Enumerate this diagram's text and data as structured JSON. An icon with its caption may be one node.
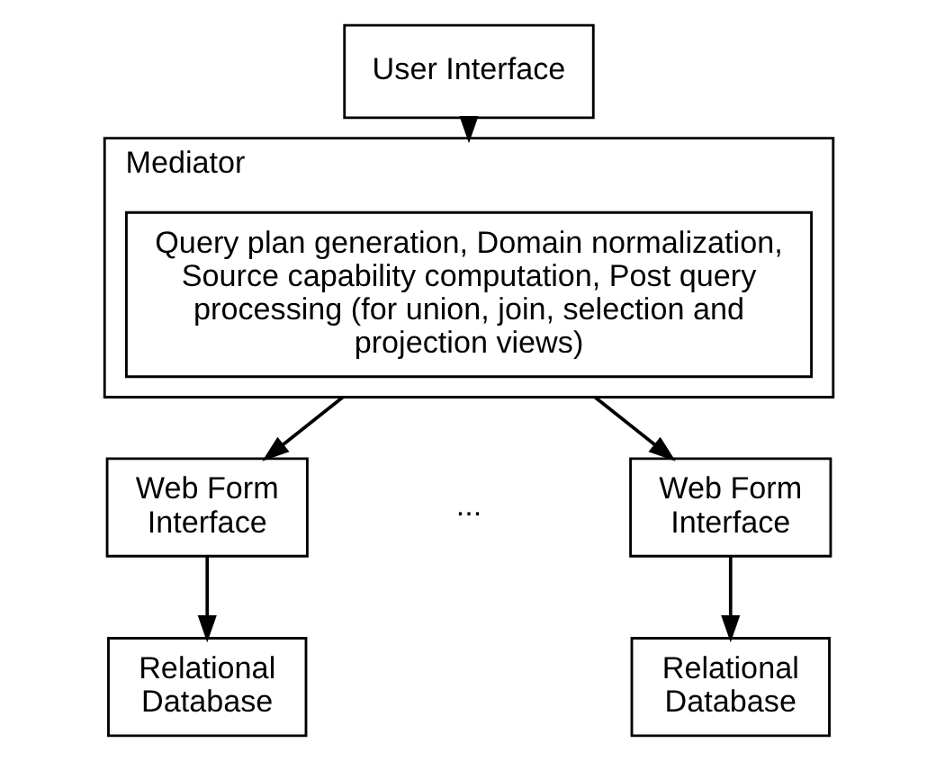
{
  "diagram": {
    "nodes": [
      {
        "text": [
          "User Interface"
        ]
      },
      {
        "text": [
          "Mediator"
        ]
      },
      {
        "text": [
          "Query plan generation, Domain normalization, Source capability computation, Post query processing (for union, join, selection and projection views)"
        ],
        "in": 1
      },
      {
        "text": [
          "Web Form Interface"
        ]
      },
      {
        "text": [
          "Web Form Interface"
        ]
      },
      {
        "text": [
          "Relational Database"
        ]
      },
      {
        "text": [
          "Relational Database"
        ]
      }
    ],
    "edges": [
      {
        "from": 0,
        "to": 1,
        "arrow": "to"
      },
      {
        "from": 1,
        "to": 3,
        "arrow": "to"
      },
      {
        "from": 1,
        "to": 4,
        "arrow": "to"
      },
      {
        "from": 3,
        "to": 5,
        "arrow": "to"
      },
      {
        "from": 4,
        "to": 6,
        "arrow": "to"
      }
    ],
    "labels": [
      "..."
    ]
  }
}
